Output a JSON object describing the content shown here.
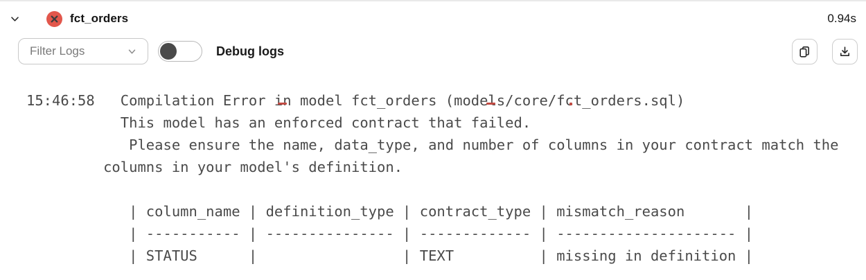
{
  "header": {
    "model_name": "fct_orders",
    "status": "error",
    "duration": "0.94s"
  },
  "toolbar": {
    "filter_dropdown": {
      "label": "Filter Logs",
      "expanded": false
    },
    "debug_toggle": {
      "label": "Debug logs",
      "enabled": false
    },
    "icons": {
      "copy": "copy-icon",
      "download": "download-icon"
    }
  },
  "colors": {
    "error_badge_red": "#e2574c",
    "clipped_error_text_red": "#c14a42",
    "log_text": "#4a4a4a",
    "top_border": "#e9e9e9"
  },
  "log": {
    "lines": [
      "15:46:58   Compilation Error in model fct_orders (models/core/fct_orders.sql)",
      "           This model has an enforced contract that failed.",
      "            Please ensure the name, data_type, and number of columns in your contract match the",
      "         columns in your model's definition.",
      "",
      "            | column_name | definition_type | contract_type | mismatch_reason       |",
      "            | ----------- | --------------- | ------------- | --------------------- |",
      "            | STATUS      |                 | TEXT          | missing in definition |"
    ]
  }
}
